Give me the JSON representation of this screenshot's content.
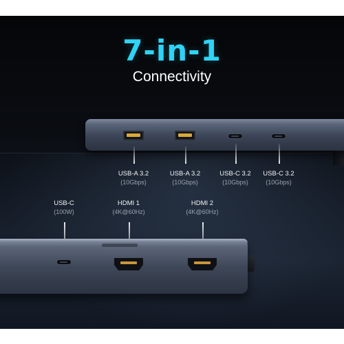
{
  "headline": "7-in-1",
  "subheadline": "Connectivity",
  "colors": {
    "accent": "#2fd3f5",
    "background": "#0a0d12",
    "hub": "#3b4456"
  },
  "top_ports": [
    {
      "name": "USB-A 3.2",
      "spec": "(10Gbps)",
      "icon": "usb-a-port-icon"
    },
    {
      "name": "USB-A 3.2",
      "spec": "(10Gbps)",
      "icon": "usb-a-port-icon"
    },
    {
      "name": "USB-C 3.2",
      "spec": "(10Gbps)",
      "icon": "usb-c-port-icon"
    },
    {
      "name": "USB-C 3.2",
      "spec": "(10Gbps)",
      "icon": "usb-c-port-icon"
    }
  ],
  "bottom_ports": [
    {
      "name": "USB-C",
      "spec": "(100W)",
      "icon": "usb-c-port-icon"
    },
    {
      "name": "HDMI 1",
      "spec": "(4K@60Hz)",
      "icon": "hdmi-port-icon"
    },
    {
      "name": "HDMI 2",
      "spec": "(4K@60Hz)",
      "icon": "hdmi-port-icon"
    }
  ]
}
